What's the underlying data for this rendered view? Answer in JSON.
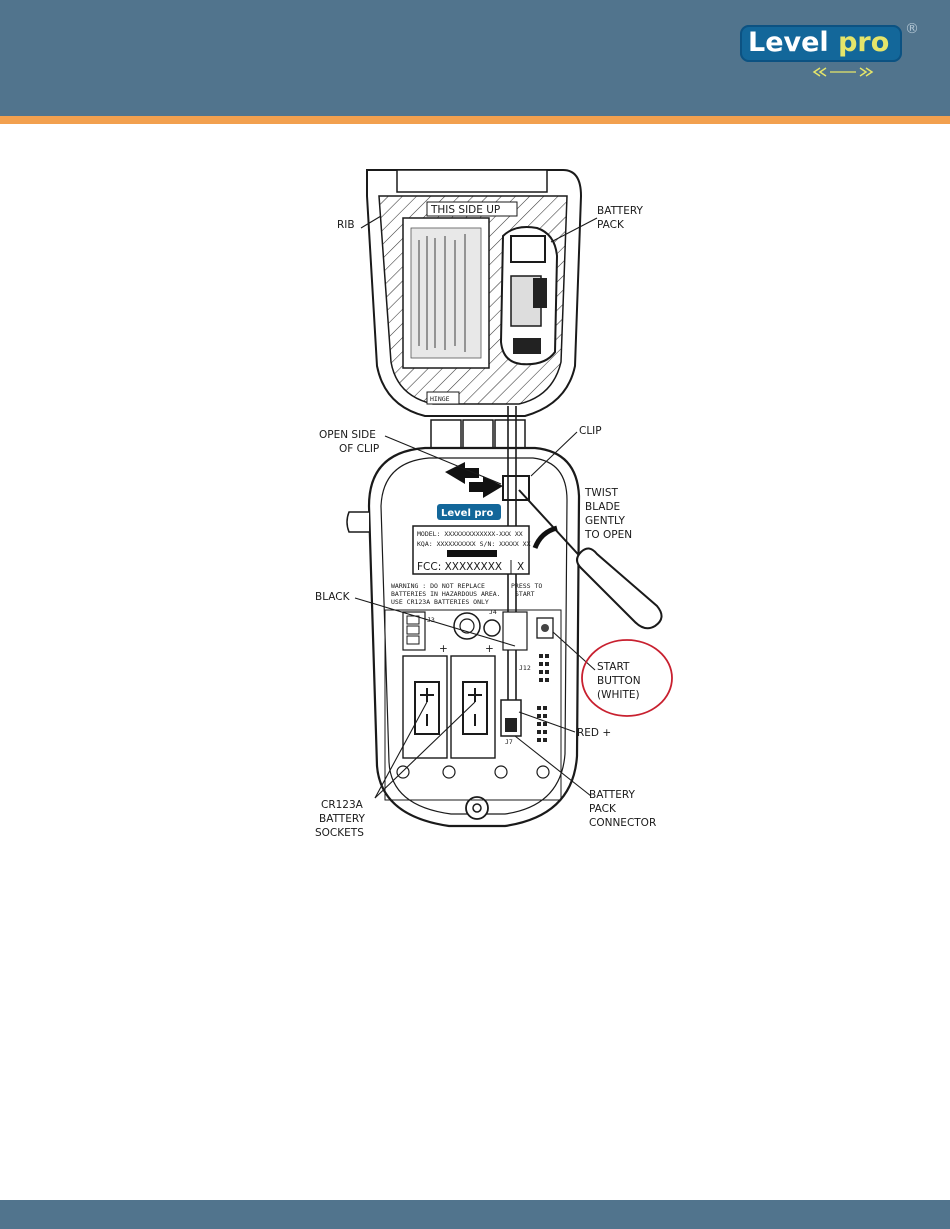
{
  "header": {
    "logo_text_level": "Level",
    "logo_text_pro": "pro",
    "logo_registered": "®",
    "colors": {
      "band": "#51748d",
      "stripe": "#f2a04f",
      "logo_bg": "#13679a",
      "logo_pro": "#e5e56a"
    }
  },
  "figure": {
    "labels": {
      "rib": "RIB",
      "this_side_up": "THIS SIDE UP",
      "battery_pack_1": "BATTERY",
      "battery_pack_2": "PACK",
      "hinge": "HINGE",
      "open_side_1": "OPEN SIDE",
      "open_side_2": "OF CLIP",
      "clip": "CLIP",
      "twist_1": "TWIST",
      "twist_2": "BLADE",
      "twist_3": "GENTLY",
      "twist_4": "TO OPEN",
      "black": "BLACK",
      "start_1": "START",
      "start_2": "BUTTON",
      "start_3": "(WHITE)",
      "red_plus": "RED +",
      "cr123a_1": "CR123A",
      "cr123a_2": "BATTERY",
      "cr123a_3": "SOCKETS",
      "connector_1": "BATTERY",
      "connector_2": "PACK",
      "connector_3": "CONNECTOR",
      "fcc": "FCC: XXXXXXXX",
      "fcc_x": "X",
      "model_line": "MODEL: XXXXXXXXXXXXX-XXX  XX",
      "kqa_line": "KQA: XXXXXXXXXX   S/N: XXXXX  XX",
      "warning_1": "WARNING : DO NOT REPLACE",
      "warning_2": "BATTERIES IN HAZARDOUS AREA.",
      "warning_3": "USE CR123A BATTERIES ONLY",
      "press_1": "PRESS TO",
      "press_2": "START",
      "j3": "J3",
      "j4": "J4",
      "j7": "J7",
      "j12": "J12",
      "plus1": "+",
      "plus2": "+",
      "inner_logo": "Level pro"
    },
    "highlight_color": "#c8202f"
  }
}
